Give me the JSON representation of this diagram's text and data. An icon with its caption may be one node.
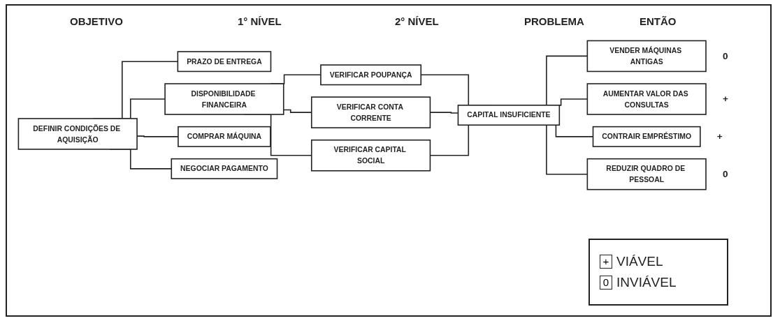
{
  "diagram": {
    "nodes": [
      {
        "text": [
          "DEFINIR CONDIÇÕES DE AQUISIÇÃO"
        ]
      },
      {
        "text": [
          "PRAZO DE ENTREGA"
        ]
      },
      {
        "text": [
          "DISPONIBILIDADE FINANCEIRA"
        ]
      },
      {
        "text": [
          "COMPRAR MÁQUINA"
        ]
      },
      {
        "text": [
          "NEGOCIAR PAGAMENTO"
        ]
      },
      {
        "text": [
          "VERIFICAR POUPANÇA"
        ]
      },
      {
        "text": [
          "VERIFICAR CONTA CORRENTE"
        ]
      },
      {
        "text": [
          "VERIFICAR CAPITAL SOCIAL"
        ]
      },
      {
        "text": [
          "CAPITAL INSUFICIENTE"
        ]
      },
      {
        "text": [
          "VENDER MÁQUINAS ANTIGAS"
        ],
        "beside": [
          "0"
        ]
      },
      {
        "text": [
          "AUMENTAR VALOR DAS CONSULTAS"
        ],
        "beside": [
          "+"
        ]
      },
      {
        "text": [
          "CONTRAIR EMPRÉSTIMO"
        ],
        "beside": [
          "+"
        ]
      },
      {
        "text": [
          "REDUZIR QUADRO DE PESSOAL"
        ],
        "beside": [
          "0"
        ]
      }
    ],
    "edges": [
      {
        "from": 0,
        "to": 1,
        "arrow": "none"
      },
      {
        "from": 0,
        "to": 2,
        "arrow": "none"
      },
      {
        "from": 0,
        "to": 3,
        "arrow": "none"
      },
      {
        "from": 0,
        "to": 4,
        "arrow": "none"
      },
      {
        "from": 2,
        "to": 5,
        "arrow": "none"
      },
      {
        "from": 2,
        "to": 6,
        "arrow": "none"
      },
      {
        "from": 2,
        "to": 7,
        "arrow": "none"
      },
      {
        "from": 5,
        "to": 8,
        "arrow": "none"
      },
      {
        "from": 6,
        "to": 8,
        "arrow": "none"
      },
      {
        "from": 7,
        "to": 8,
        "arrow": "none"
      },
      {
        "from": 8,
        "to": 9,
        "arrow": "none"
      },
      {
        "from": 8,
        "to": 10,
        "arrow": "none"
      },
      {
        "from": 8,
        "to": 11,
        "arrow": "none"
      },
      {
        "from": 8,
        "to": 12,
        "arrow": "none"
      }
    ],
    "labels": [
      "OBJETIVO",
      "1° NÍVEL",
      "2° NÍVEL",
      "PROBLEMA",
      "ENTÃO",
      "+",
      "0"
    ],
    "legend": [
      {
        "text": "VIÁVEL"
      },
      {
        "text": "INVIÁVEL"
      }
    ]
  }
}
